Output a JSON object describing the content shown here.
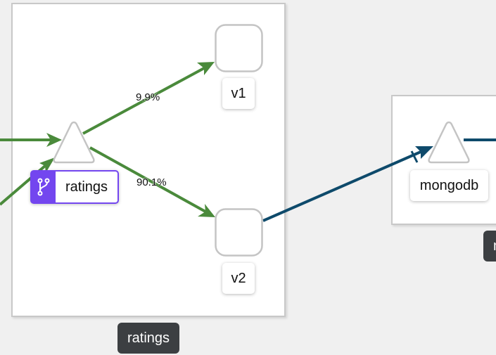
{
  "groups": {
    "ratings": {
      "label": "ratings"
    },
    "mongodb": {
      "label": "mongodb"
    }
  },
  "nodes": {
    "ratings_service": {
      "label": "ratings"
    },
    "v1": {
      "label": "v1"
    },
    "v2": {
      "label": "v2"
    },
    "mongodb_service": {
      "label": "mongodb"
    }
  },
  "edges": {
    "to_v1": {
      "label": "9.9%"
    },
    "to_v2": {
      "label": "90.1%"
    }
  },
  "colors": {
    "healthy_edge": "#4a8a3b",
    "tcp_edge": "#0e4a6b",
    "virtual_service": "#7346ef",
    "group_label_bg": "#3c3f42"
  },
  "icons": {
    "virtual_service": "virtual-service-icon"
  }
}
